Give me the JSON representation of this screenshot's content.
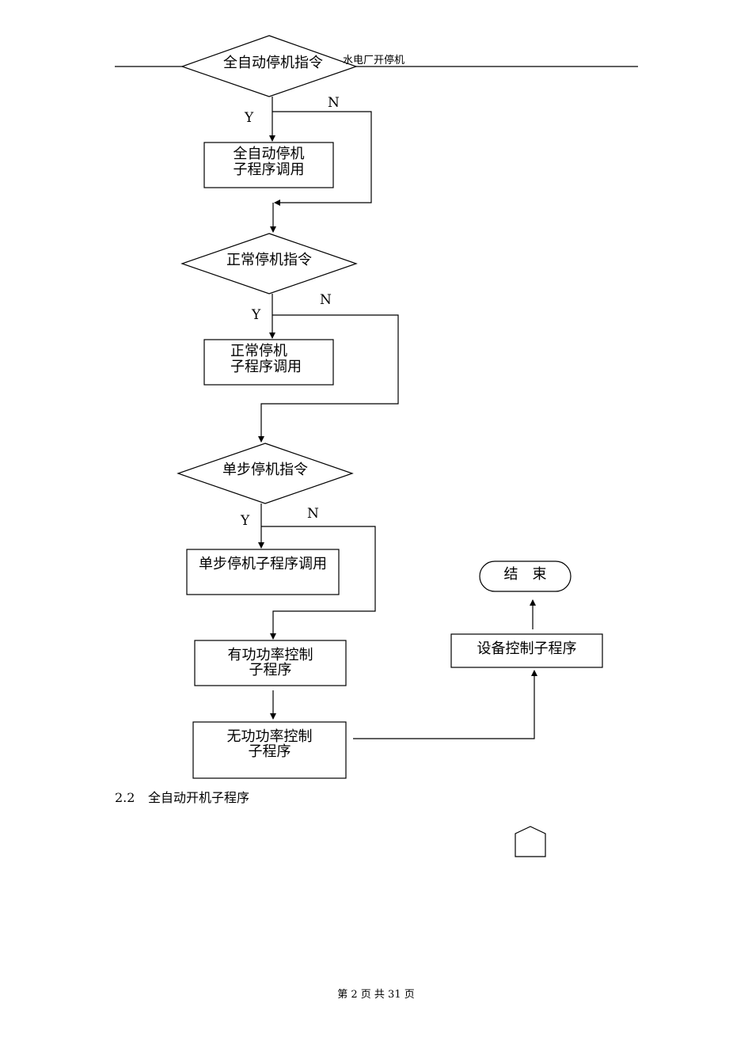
{
  "header": {
    "title": "水电厂开停机"
  },
  "flow": {
    "decision_auto": "全自动停机指令",
    "proc_auto_l1": "全自动停机",
    "proc_auto_l2": "子程序调用",
    "decision_normal": "正常停机指令",
    "proc_normal_l1": "正常停机",
    "proc_normal_l2": "子程序调用",
    "decision_step": "单步停机指令",
    "proc_step": "单步停机子程序调用",
    "proc_active_l1": "有功功率控制",
    "proc_active_l2": "子程序",
    "proc_reactive_l1": "无功功率控制",
    "proc_reactive_l2": "子程序",
    "proc_device": "设备控制子程序",
    "terminal_end": "结　束",
    "yes": "Y",
    "no": "N"
  },
  "section": {
    "number": "2.2",
    "title": "全自动开机子程序"
  },
  "footer": {
    "page": "第 2 页 共 31 页"
  }
}
